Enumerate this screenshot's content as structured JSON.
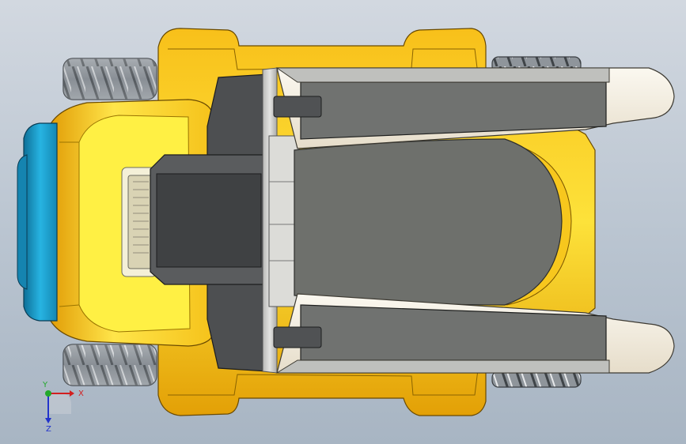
{
  "viewport": {
    "background_top": "#d2d8e0",
    "background_bottom": "#a8b5c3"
  },
  "model": {
    "body_color": "#f2b40c",
    "body_highlight": "#ffe23a",
    "cab_window_color": "#1a9fc9",
    "fork_color": "#6e706c",
    "fork_frame_color": "#cfcfcf",
    "fork_tip_color": "#f4eee2",
    "block_color": "#55575a",
    "wheel_color": "#9a9fa5"
  },
  "triad": {
    "x_label": "X",
    "y_label": "Y",
    "z_label": "Z",
    "x_color": "#d21f1f",
    "y_color": "#22a82a",
    "z_color": "#2233cc"
  }
}
